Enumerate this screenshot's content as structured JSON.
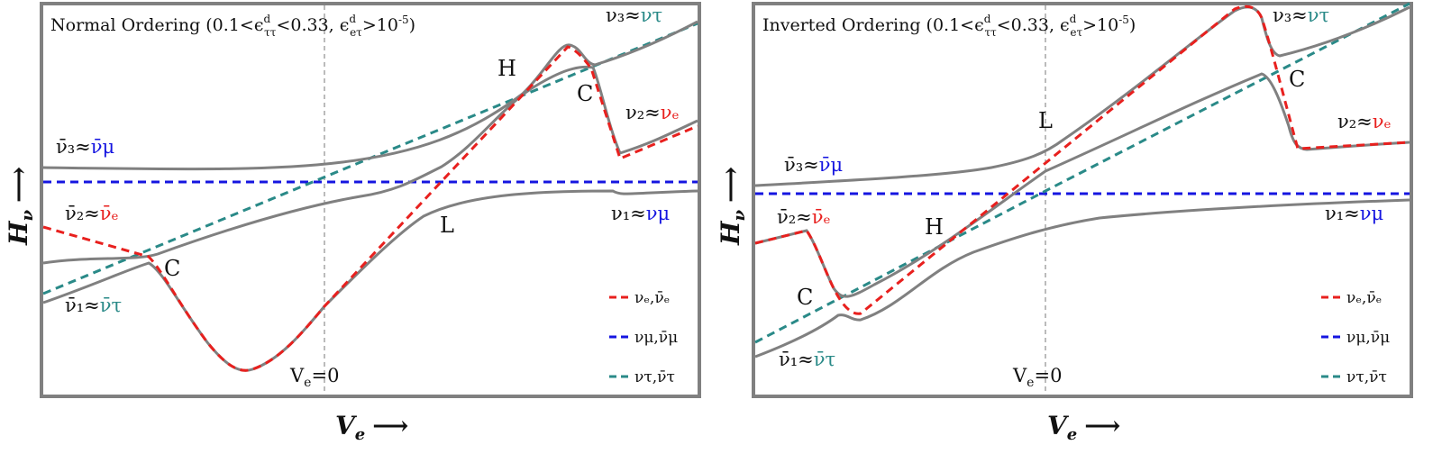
{
  "colors": {
    "gray": "#808080",
    "red": "#e8201e",
    "blue": "#1515e0",
    "teal": "#2a8a88",
    "frame": "#808080"
  },
  "panels": [
    {
      "title": "Normal Ordering (0.1<ϵ",
      "title_sup": "d",
      "title_sub": "ττ",
      "title_mid": "<0.33, ϵ",
      "title_sup2": "d",
      "title_sub2": "eτ",
      "title_end": ">10",
      "title_exp": "-5",
      "title_close": ")",
      "ve0_label": "V",
      "ve0_sub": "e",
      "ve0_end": "=0",
      "x_axis_label": "V",
      "x_axis_sub": "e",
      "x_axis_arrow": "⟶",
      "y_axis_label": "H",
      "y_axis_sub": "ν",
      "y_axis_arrow": "⟶",
      "markers": {
        "H": "H",
        "C_top": "C",
        "L": "L",
        "C_bottom": "C"
      },
      "state_labels": {
        "nu3": "ν₃≈",
        "nu3_flavor": "ντ",
        "nu2": "ν₂≈",
        "nu2_flavor": "νₑ",
        "nu1": "ν₁≈",
        "nu1_flavor": "νμ",
        "anu3": "ν̄₃≈",
        "anu3_flavor": "ν̄μ",
        "anu2": "ν̄₂≈",
        "anu2_flavor": "ν̄ₑ",
        "anu1": "ν̄₁≈",
        "anu1_flavor": "ν̄τ"
      },
      "legend": [
        "νₑ,ν̄ₑ",
        "νμ,ν̄μ",
        "ντ,ν̄τ"
      ]
    },
    {
      "title": "Inverted Ordering (0.1<ϵ",
      "title_sup": "d",
      "title_sub": "ττ",
      "title_mid": "<0.33, ϵ",
      "title_sup2": "d",
      "title_sub2": "eτ",
      "title_end": ">10",
      "title_exp": "-5",
      "title_close": ")",
      "ve0_label": "V",
      "ve0_sub": "e",
      "ve0_end": "=0",
      "x_axis_label": "V",
      "x_axis_sub": "e",
      "x_axis_arrow": "⟶",
      "y_axis_label": "H",
      "y_axis_sub": "ν",
      "y_axis_arrow": "⟶",
      "markers": {
        "L": "L",
        "C_top": "C",
        "H": "H",
        "C_bottom": "C"
      },
      "state_labels": {
        "nu3": "ν₃≈",
        "nu3_flavor": "ντ",
        "nu2": "ν₂≈",
        "nu2_flavor": "νₑ",
        "nu1": "ν₁≈",
        "nu1_flavor": "νμ",
        "anu3": "ν̄₃≈",
        "anu3_flavor": "ν̄μ",
        "anu2": "ν̄₂≈",
        "anu2_flavor": "ν̄ₑ",
        "anu1": "ν̄₁≈",
        "anu1_flavor": "ν̄τ"
      },
      "legend": [
        "νₑ,ν̄ₑ",
        "νμ,ν̄μ",
        "ντ,ν̄τ"
      ]
    }
  ]
}
